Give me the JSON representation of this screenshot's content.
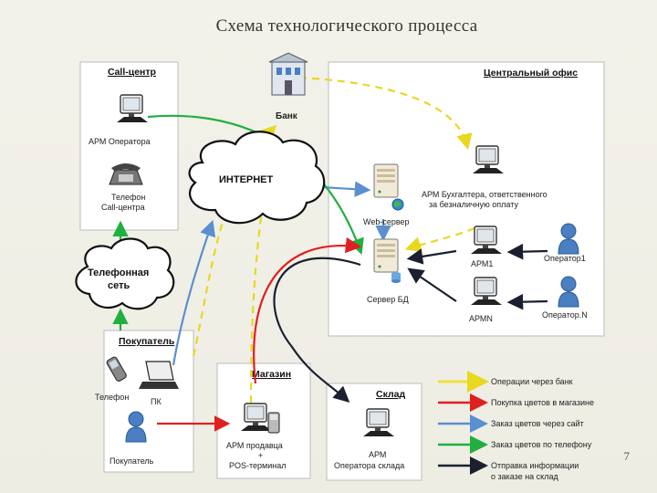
{
  "title": "Схема технологического процесса",
  "page_number": "7",
  "zones": {
    "call_center": "Call-центр",
    "central_office": "Центральный офис",
    "buyer": "Покупатель",
    "shop": "Магазин",
    "warehouse": "Склад"
  },
  "clouds": {
    "internet": "ИНТЕРНЕТ",
    "phone_net_1": "Телефонная",
    "phone_net_2": "сеть"
  },
  "labels": {
    "operator_ws": "АРМ Оператора",
    "cc_phone_1": "Телефон",
    "cc_phone_2": "Call-центра",
    "bank": "Банк",
    "web_server": "Web-сервер",
    "accountant_1": "АРМ Бухгалтера, ответственного",
    "accountant_2": "за безналичную оплату",
    "db_server": "Сервер БД",
    "arm1": "АРМ1",
    "armn": "АРМN",
    "operator1": "Оператор1",
    "operatorn": "Оператор.N",
    "buyer_phone": "Телефон",
    "buyer_pc": "ПК",
    "buyer_person": "Покупатель",
    "sales_1": "АРМ продавца",
    "sales_2": "+",
    "sales_3": "POS-терминал",
    "wh_op_1": "АРМ",
    "wh_op_2": "Оператора склада"
  },
  "legend": [
    {
      "text": "Операции через банк",
      "color": "#f0e040"
    },
    {
      "text": "Покупка цветов в магазине",
      "color": "#e02020"
    },
    {
      "text": "Заказ цветов через сайт",
      "color": "#5b8fd0"
    },
    {
      "text": "Заказ цветов по телефону",
      "color": "#20b040"
    },
    {
      "text": "Отправка информации",
      "text2": "о заказе на склад",
      "color": "#1a2030"
    }
  ],
  "icons": [
    "building-icon",
    "monitor-icon",
    "phone-icon",
    "server-icon",
    "person-icon",
    "laptop-icon",
    "cellphone-icon",
    "pos-terminal-icon",
    "cloud-icon"
  ]
}
